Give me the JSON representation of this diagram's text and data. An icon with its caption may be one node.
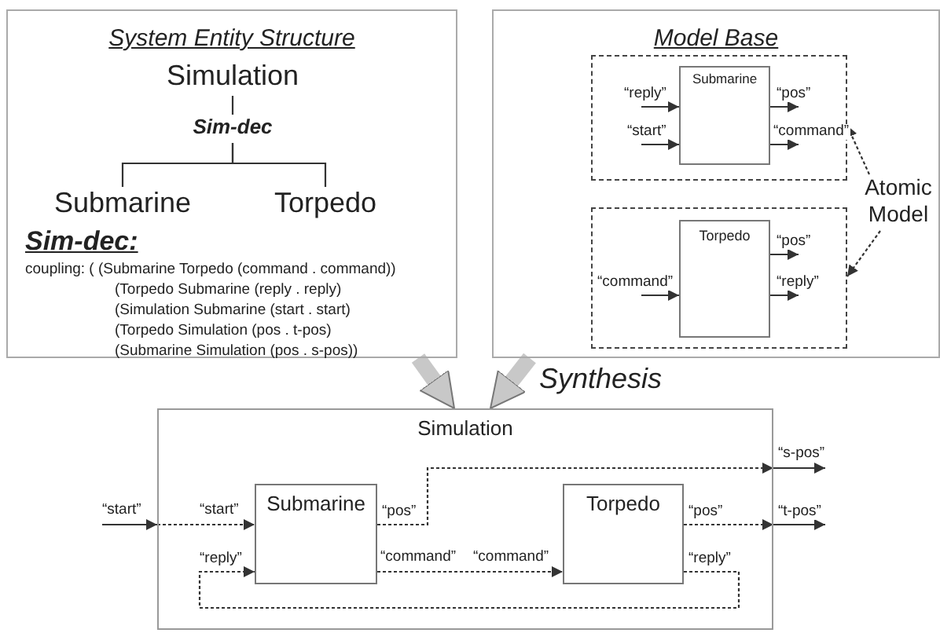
{
  "diagram": {
    "nodes": [
      {
        "text": [
          "System Entity Structure",
          "Sim-dec:",
          "coupling: ( (Submarine Torpedo (command . command))",
          "(Torpedo Submarine (reply . reply)",
          "(Simulation Submarine (start . start)",
          "(Torpedo Simulation (pos . t-pos)",
          "(Submarine Simulation (pos . s-pos))"
        ]
      },
      {
        "text": [
          "Simulation"
        ],
        "in": 0
      },
      {
        "text": [
          "Sim-dec"
        ],
        "in": 0
      },
      {
        "text": [
          "Submarine"
        ],
        "in": 0
      },
      {
        "text": [
          "Torpedo"
        ],
        "in": 0
      },
      {
        "text": [
          "Model Base"
        ]
      },
      {
        "text": [],
        "shape": "box",
        "in": 5
      },
      {
        "text": [
          "Submarine"
        ],
        "in": 6
      },
      {
        "text": [],
        "shape": "box",
        "in": 5
      },
      {
        "text": [
          "Torpedo"
        ],
        "in": 8
      },
      {
        "text": [
          "Atomic Model"
        ],
        "in": 5
      },
      {
        "text": [
          "Simulation"
        ]
      },
      {
        "text": [
          "Submarine"
        ],
        "in": 11
      },
      {
        "text": [
          "Torpedo"
        ],
        "in": 11
      }
    ],
    "edges": [
      {
        "from": 1,
        "to": 2,
        "arrow": "none"
      },
      {
        "from": 2,
        "to": 3,
        "arrow": "none"
      },
      {
        "from": 2,
        "to": 4,
        "arrow": "none"
      },
      {
        "from": null,
        "to": 7,
        "arrow": "to",
        "label": "“reply”"
      },
      {
        "from": null,
        "to": 7,
        "arrow": "to",
        "label": "“start”"
      },
      {
        "from": 7,
        "to": null,
        "arrow": "to",
        "label": "“pos”"
      },
      {
        "from": 7,
        "to": null,
        "arrow": "to",
        "label": "“command”"
      },
      {
        "from": null,
        "to": 9,
        "arrow": "to",
        "label": "“command”"
      },
      {
        "from": 9,
        "to": null,
        "arrow": "to",
        "label": "“pos”"
      },
      {
        "from": 9,
        "to": null,
        "arrow": "to",
        "label": "“reply”"
      },
      {
        "from": 10,
        "to": 6,
        "arrow": "to",
        "style": "dashed"
      },
      {
        "from": 10,
        "to": 8,
        "arrow": "to",
        "style": "dashed"
      },
      {
        "from": 0,
        "to": 11,
        "arrow": "to",
        "style": "thick",
        "color": "#c8c8c8"
      },
      {
        "from": 5,
        "to": 11,
        "arrow": "to",
        "style": "thick",
        "color": "#c8c8c8"
      },
      {
        "from": null,
        "to": 11,
        "arrow": "to",
        "label": "“start”"
      },
      {
        "from": 11,
        "to": 12,
        "arrow": "to",
        "label": "“start”",
        "style": "dashed"
      },
      {
        "from": 12,
        "to": 11,
        "arrow": "to",
        "label": "“pos”",
        "style": "dashed"
      },
      {
        "from": 11,
        "to": null,
        "arrow": "to",
        "label": "“s-pos”"
      },
      {
        "from": 12,
        "to": 13,
        "arrow": "to",
        "label": "“command”",
        "style": "dashed"
      },
      {
        "from": 13,
        "to": 11,
        "arrow": "to",
        "label": "“pos”",
        "style": "dashed"
      },
      {
        "from": 11,
        "to": null,
        "arrow": "to",
        "label": "“t-pos”"
      },
      {
        "from": 13,
        "to": 12,
        "arrow": "to",
        "label": "“reply”",
        "style": "dashed"
      }
    ],
    "labels": [
      "“command”",
      "“reply”",
      "Synthesis"
    ]
  }
}
